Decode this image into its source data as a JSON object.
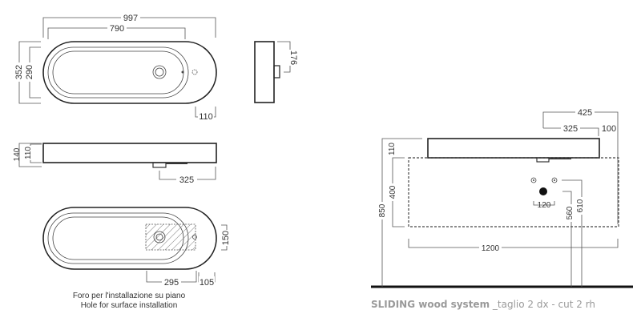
{
  "top_view": {
    "overall_width": "997",
    "basin_width": "790",
    "overall_depth": "352",
    "basin_depth": "290",
    "tap_offset": "110"
  },
  "side_view": {
    "height": "176"
  },
  "front_view": {
    "total_height": "140",
    "rim_height": "110",
    "drain_offset": "325"
  },
  "hole_view": {
    "cutout_depth": "150",
    "cutout_width": "295",
    "cutout_edge_offset": "105",
    "caption_it": "Foro per l'installazione su piano",
    "caption_en": "Hole for surface installation"
  },
  "install_view": {
    "total_depth": "425",
    "drain_offset": "325",
    "edge_offset": "100",
    "basin_height": "110",
    "cabinet_height": "400",
    "floor_height": "850",
    "cabinet_width": "1200",
    "supply_spacing": "120",
    "drain_height": "560",
    "supply_height": "610"
  },
  "title": {
    "bold": "SLIDING wood system",
    "light": " _taglio 2 dx - ",
    "light2": "cut 2 rh"
  }
}
